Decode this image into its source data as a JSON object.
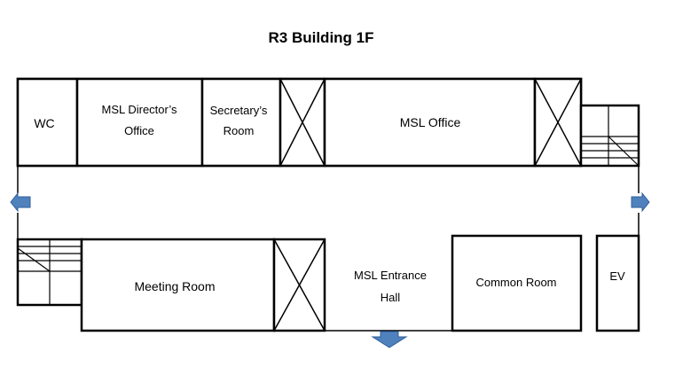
{
  "title": "R3 Building 1F",
  "rooms": {
    "wc": "WC",
    "director_line1": "MSL Director’s",
    "director_line2": "Office",
    "secretary_line1": "Secretary’s",
    "secretary_line2": "Room",
    "msl_office": "MSL Office",
    "meeting_room": "Meeting Room",
    "entrance_line1": "MSL Entrance",
    "entrance_line2": "Hall",
    "common_room": "Common Room",
    "ev": "EV"
  },
  "colors": {
    "arrow": "#4f81bd",
    "arrow_dark": "#2f5f9a",
    "wall": "#000000"
  }
}
